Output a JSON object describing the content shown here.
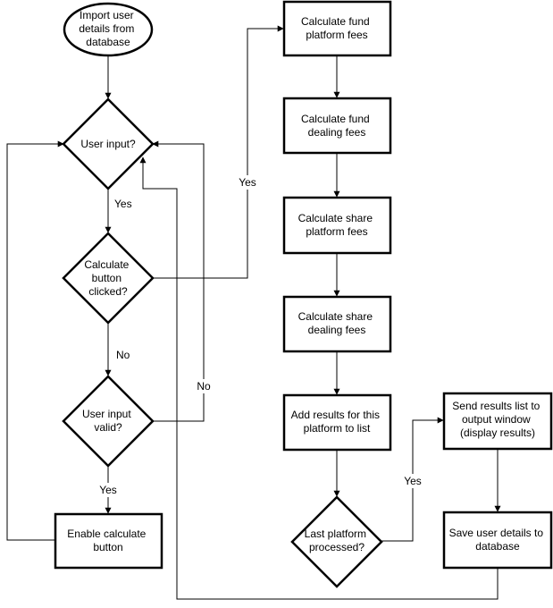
{
  "diagram": {
    "nodes": {
      "import": [
        "Import user",
        "details from",
        "database"
      ],
      "user_input": [
        "User input?"
      ],
      "calc_clicked": [
        "Calculate",
        "button",
        "clicked?"
      ],
      "input_valid": [
        "User input",
        "valid?"
      ],
      "enable_calc": [
        "Enable calculate",
        "button"
      ],
      "fund_platform": [
        "Calculate fund",
        "platform fees"
      ],
      "fund_dealing": [
        "Calculate fund",
        "dealing fees"
      ],
      "share_platform": [
        "Calculate share",
        "platform fees"
      ],
      "share_dealing": [
        "Calculate share",
        "dealing fees"
      ],
      "add_results": [
        "Add results for this",
        "platform to list"
      ],
      "last_platform": [
        "Last platform",
        "processed?"
      ],
      "send_results": [
        "Send results list to",
        "output window",
        "(display results)"
      ],
      "save_user": [
        "Save user details to",
        "database"
      ]
    },
    "edge_labels": {
      "user_input_yes": "Yes",
      "calc_clicked_yes": "Yes",
      "calc_clicked_no": "No",
      "input_valid_no": "No",
      "input_valid_yes": "Yes",
      "last_platform_yes": "Yes"
    }
  }
}
